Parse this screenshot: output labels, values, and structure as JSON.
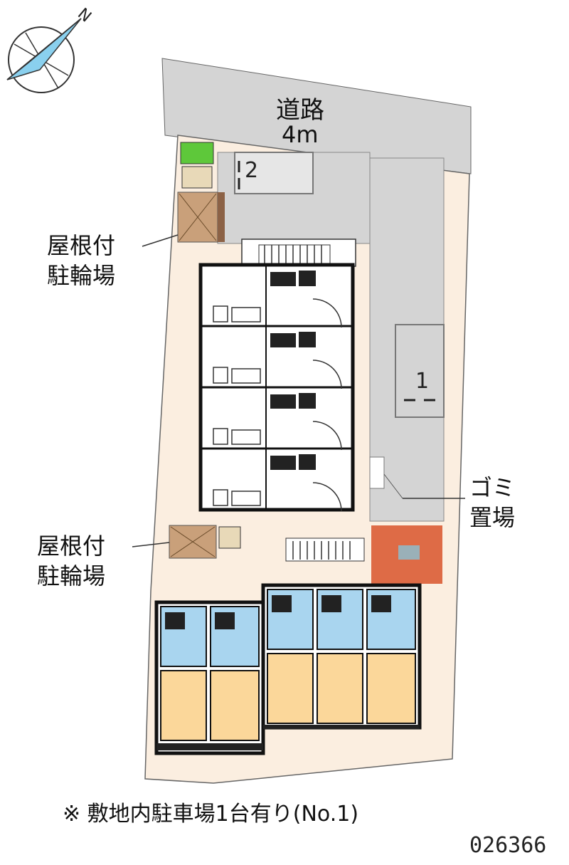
{
  "compass": {
    "north_label": "N",
    "icon": "compass-icon"
  },
  "road": {
    "name": "道路",
    "width": "4m"
  },
  "parking": [
    {
      "number": "1"
    },
    {
      "number": "2"
    }
  ],
  "labels": {
    "bike_parking_top": [
      "屋根付",
      "駐輪場"
    ],
    "bike_parking_bottom": [
      "屋根付",
      "駐輪場"
    ],
    "garbage": [
      "ゴミ",
      "置場"
    ]
  },
  "footnote": "※ 敷地内駐車場1台有り(No.1)",
  "plan_code": "026366",
  "colors": {
    "road": "#d4d4d4",
    "site": "#fbeee0",
    "building_outline": "#111111",
    "unit_floor_lower": "#fbd79a",
    "unit_wet_area": "#a9d5ef",
    "bike_roof": "#c9a07a",
    "green_area": "#5ec83a",
    "garbage": "#d8542a"
  }
}
